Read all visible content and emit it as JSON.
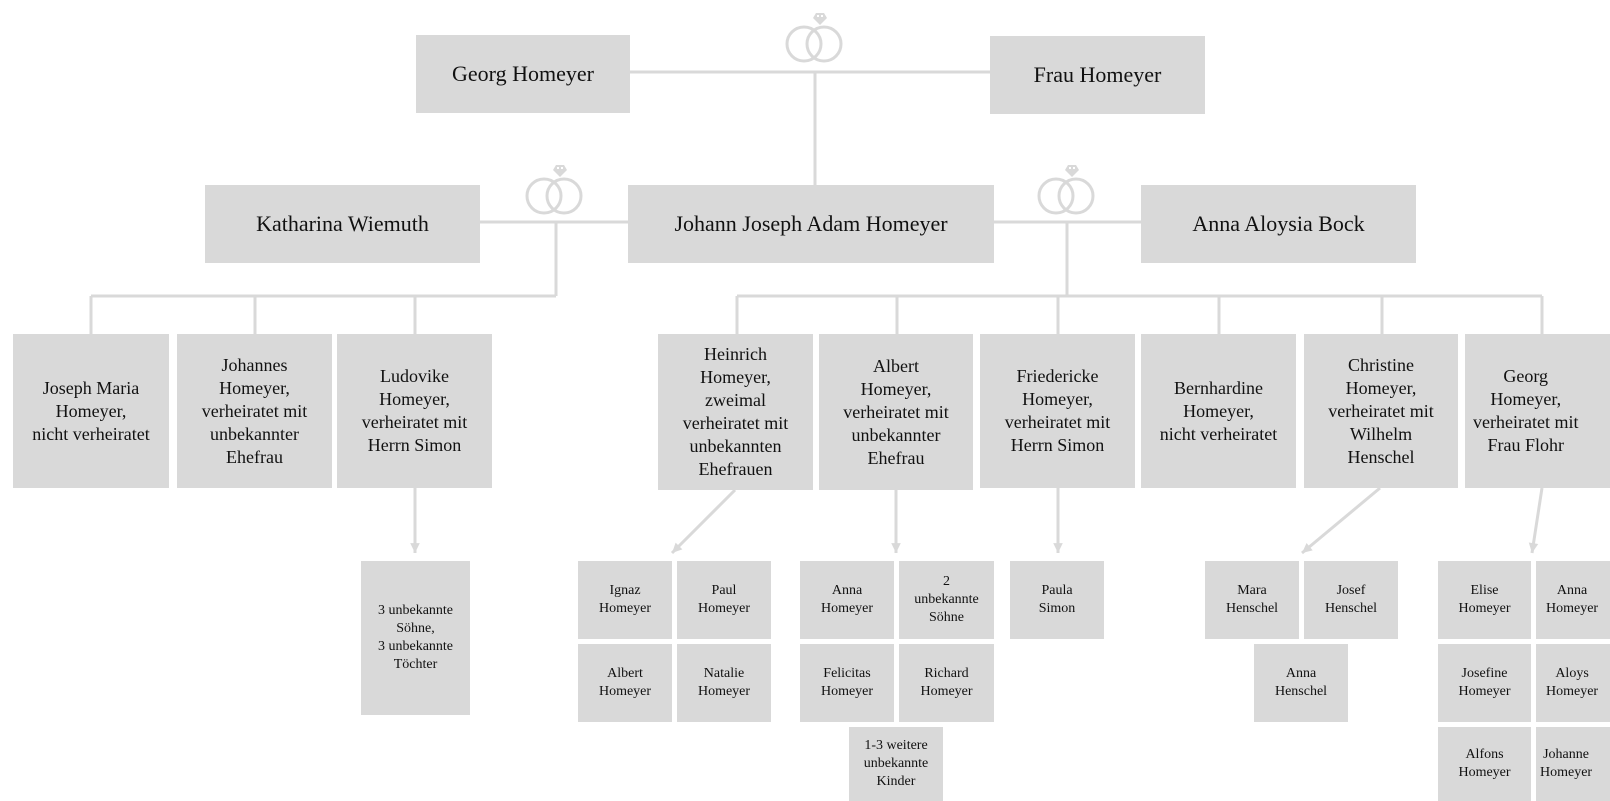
{
  "colors": {
    "box": "#d9d9d9",
    "line": "#d9d9d9",
    "text": "#111111",
    "background": "#ffffff"
  },
  "icons": {
    "marriage": "wedding-rings-icon"
  },
  "people": {
    "georg_sr": "Georg Homeyer",
    "frau_homeyer": "Frau Homeyer",
    "katharina": "Katharina Wiemuth",
    "johann": "Johann Joseph Adam Homeyer",
    "anna_aloysia": "Anna Aloysia Bock",
    "joseph_maria": "Joseph Maria\nHomeyer,\nnicht verheiratet",
    "johannes": "Johannes\nHomeyer,\nverheiratet mit\nunbekannter\nEhefrau",
    "ludovike": "Ludovike\nHomeyer,\nverheiratet mit\nHerrn Simon",
    "heinrich": "Heinrich\nHomeyer,\nzweimal\nverheiratet mit\nunbekannten\nEhefrauen",
    "albert": "Albert\nHomeyer,\nverheiratet mit\nunbekannter\nEhefrau",
    "friedericke": "Friedericke\nHomeyer,\nverheiratet mit\nHerrn Simon",
    "bernhardine": "Bernhardine\nHomeyer,\nnicht verheiratet",
    "christine": "Christine\nHomeyer,\nverheiratet mit\nWilhelm\nHenschel",
    "georg_jr": "Georg\nHomeyer,\nverheiratet mit\nFrau Flohr",
    "simon_kids": "3 unbekannte\nSöhne,\n3 unbekannte\nTöchter",
    "ignaz": "Ignaz\nHomeyer",
    "paul": "Paul\nHomeyer",
    "albert_h": "Albert\nHomeyer",
    "natalie": "Natalie\nHomeyer",
    "anna_ha": "Anna\nHomeyer",
    "zwei_soehne": "2\nunbekannte\nSöhne",
    "felicitas": "Felicitas\nHomeyer",
    "richard": "Richard\nHomeyer",
    "weitere": "1-3 weitere\nunbekannte\nKinder",
    "paula": "Paula\nSimon",
    "mara": "Mara\nHenschel",
    "josef": "Josef\nHenschel",
    "anna_henschel": "Anna\nHenschel",
    "elise": "Elise\nHomeyer",
    "anna_hg": "Anna\nHomeyer",
    "josefine": "Josefine\nHomeyer",
    "aloys": "Aloys\nHomeyer",
    "alfons": "Alfons\nHomeyer",
    "johanne": "Johanne\nHomeyer"
  }
}
